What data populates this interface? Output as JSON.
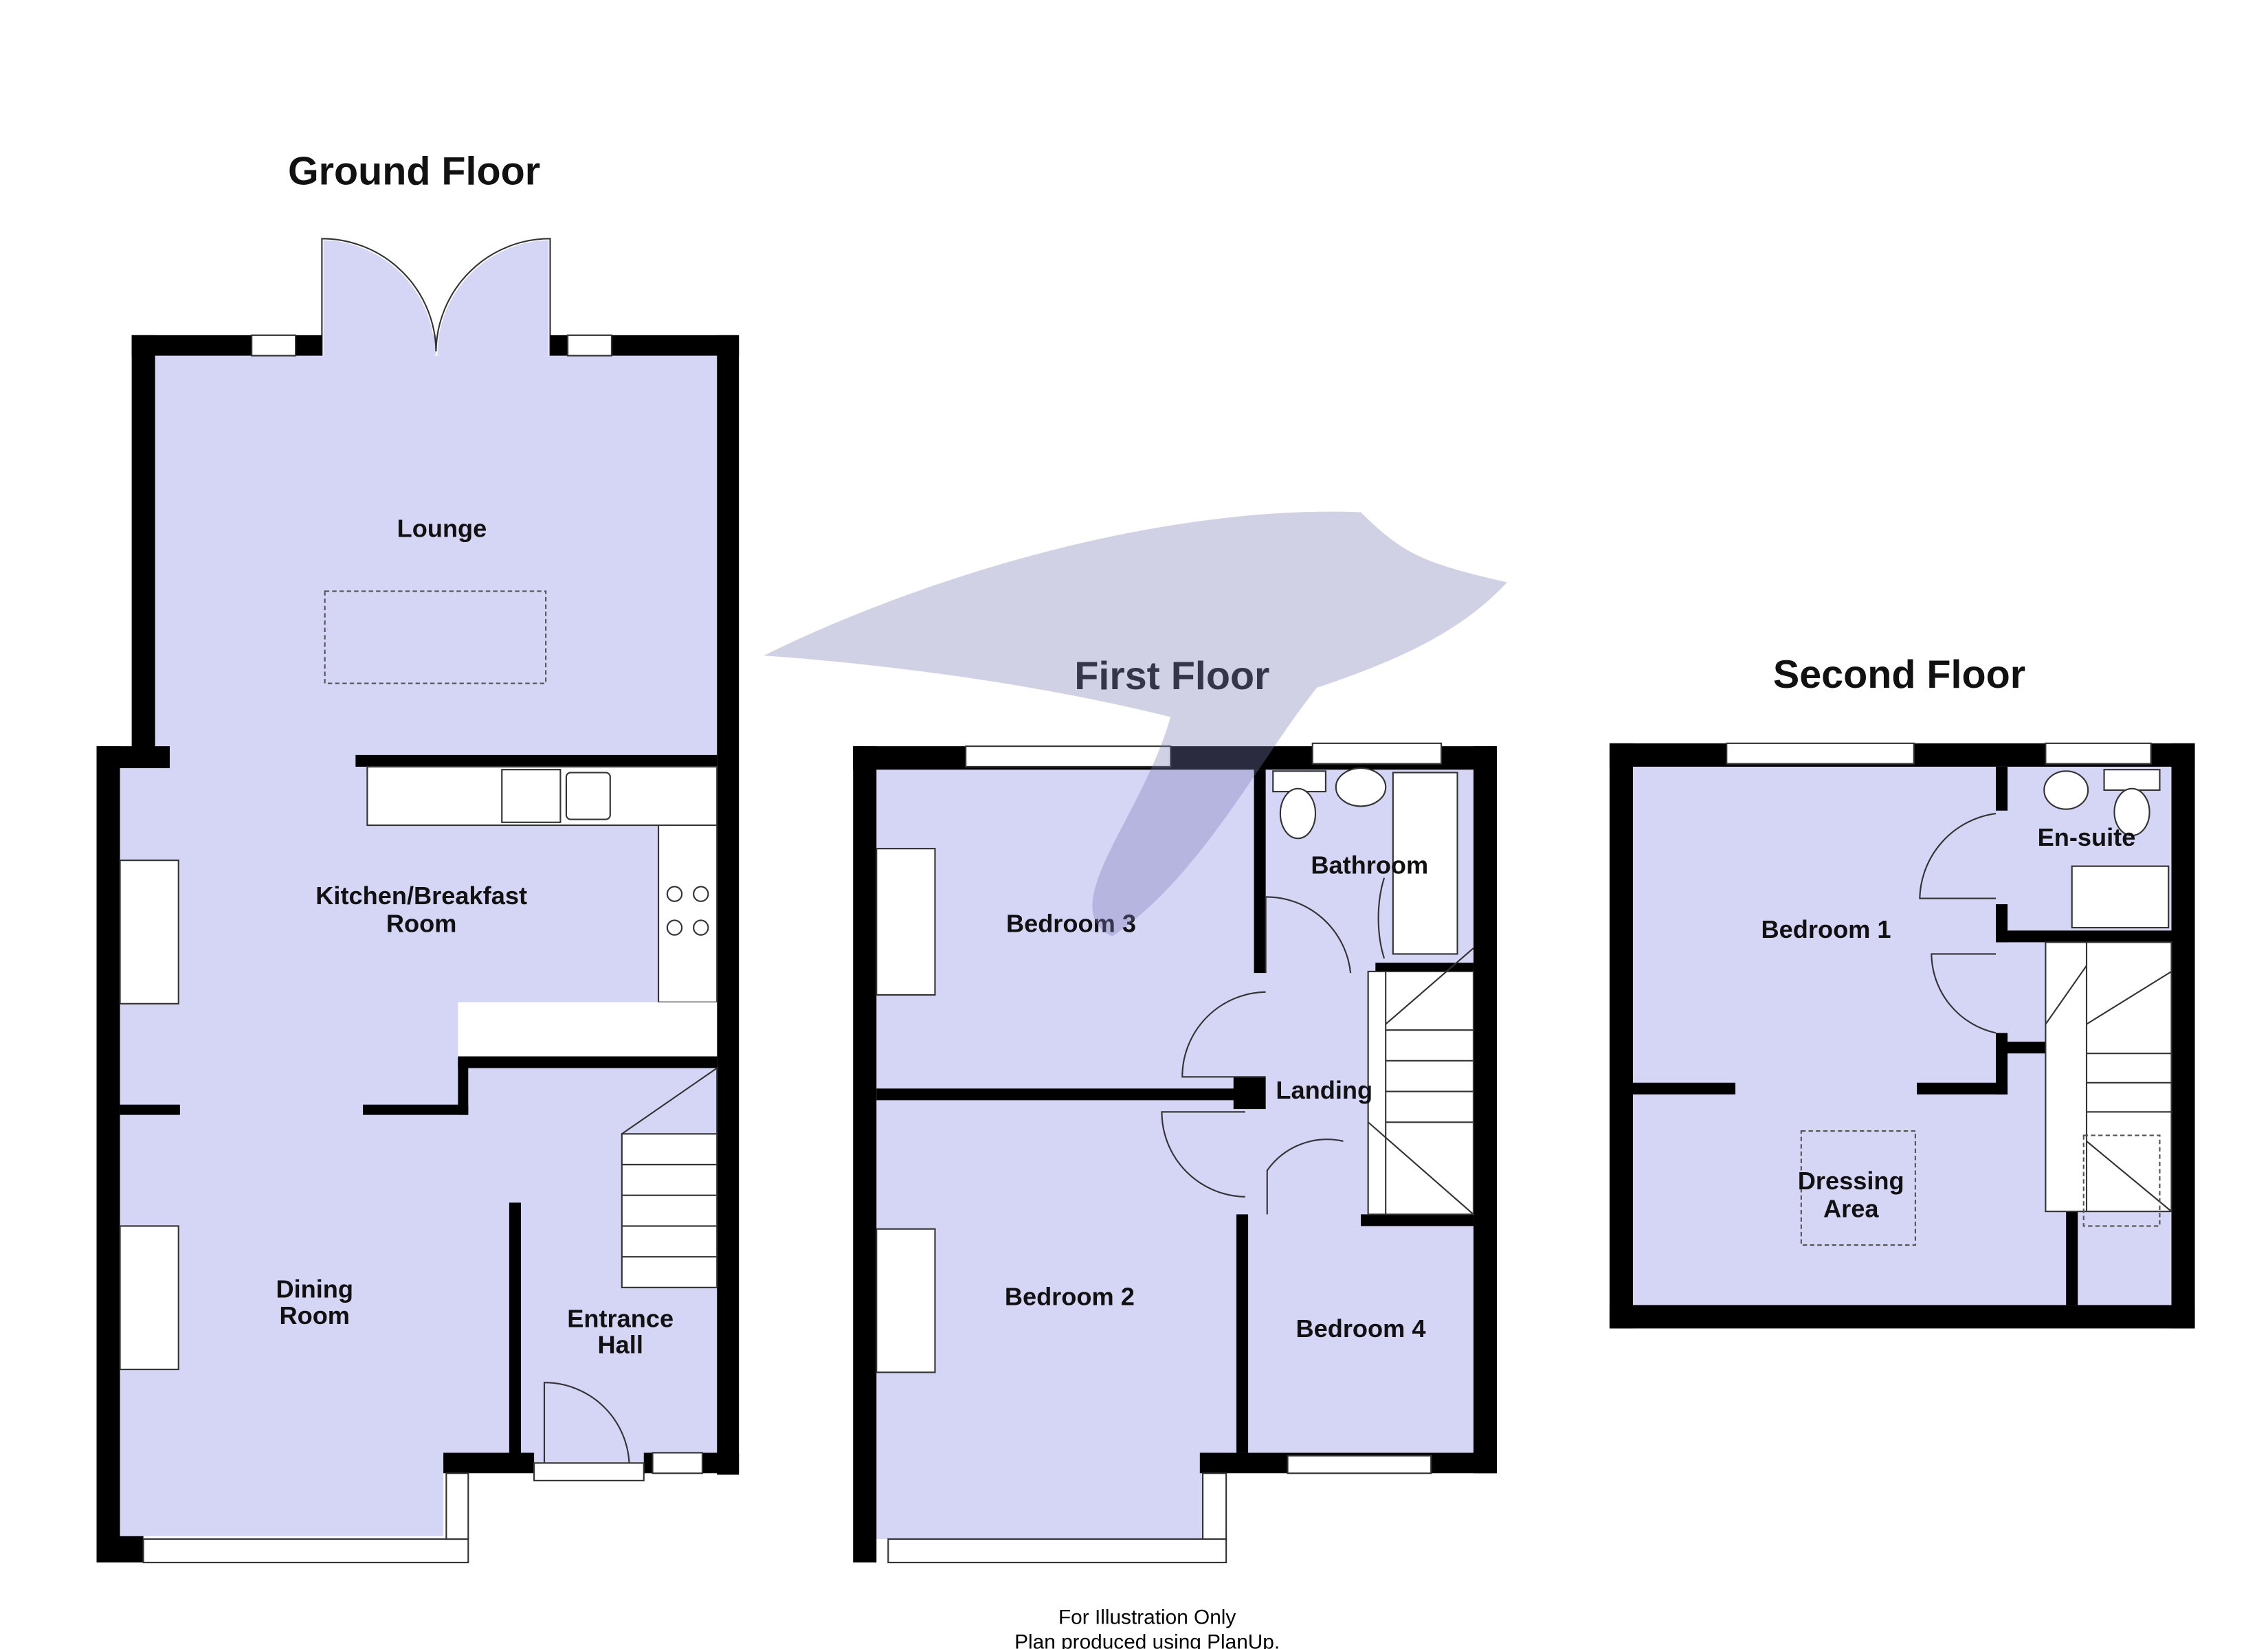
{
  "floors": [
    {
      "title": "Ground Floor",
      "rooms": [
        "Lounge",
        "Kitchen/Breakfast",
        "Room",
        "Dining",
        "Room",
        "Entrance",
        "Hall"
      ]
    },
    {
      "title": "First Floor",
      "rooms": [
        "Bedroom 3",
        "Bathroom",
        "Landing",
        "Bedroom 2",
        "Bedroom 4"
      ]
    },
    {
      "title": "Second Floor",
      "rooms": [
        "Bedroom 1",
        "En-suite",
        "Dressing",
        "Area"
      ]
    }
  ],
  "footer": {
    "line1": "For Illustration Only",
    "line2": "Plan produced using PlanUp."
  },
  "colors": {
    "room_fill": "#d5d5f5",
    "walls": "#000000",
    "watermark": "#9a9ac8"
  },
  "watermark": {
    "icon": "swallow-bird-logo"
  }
}
